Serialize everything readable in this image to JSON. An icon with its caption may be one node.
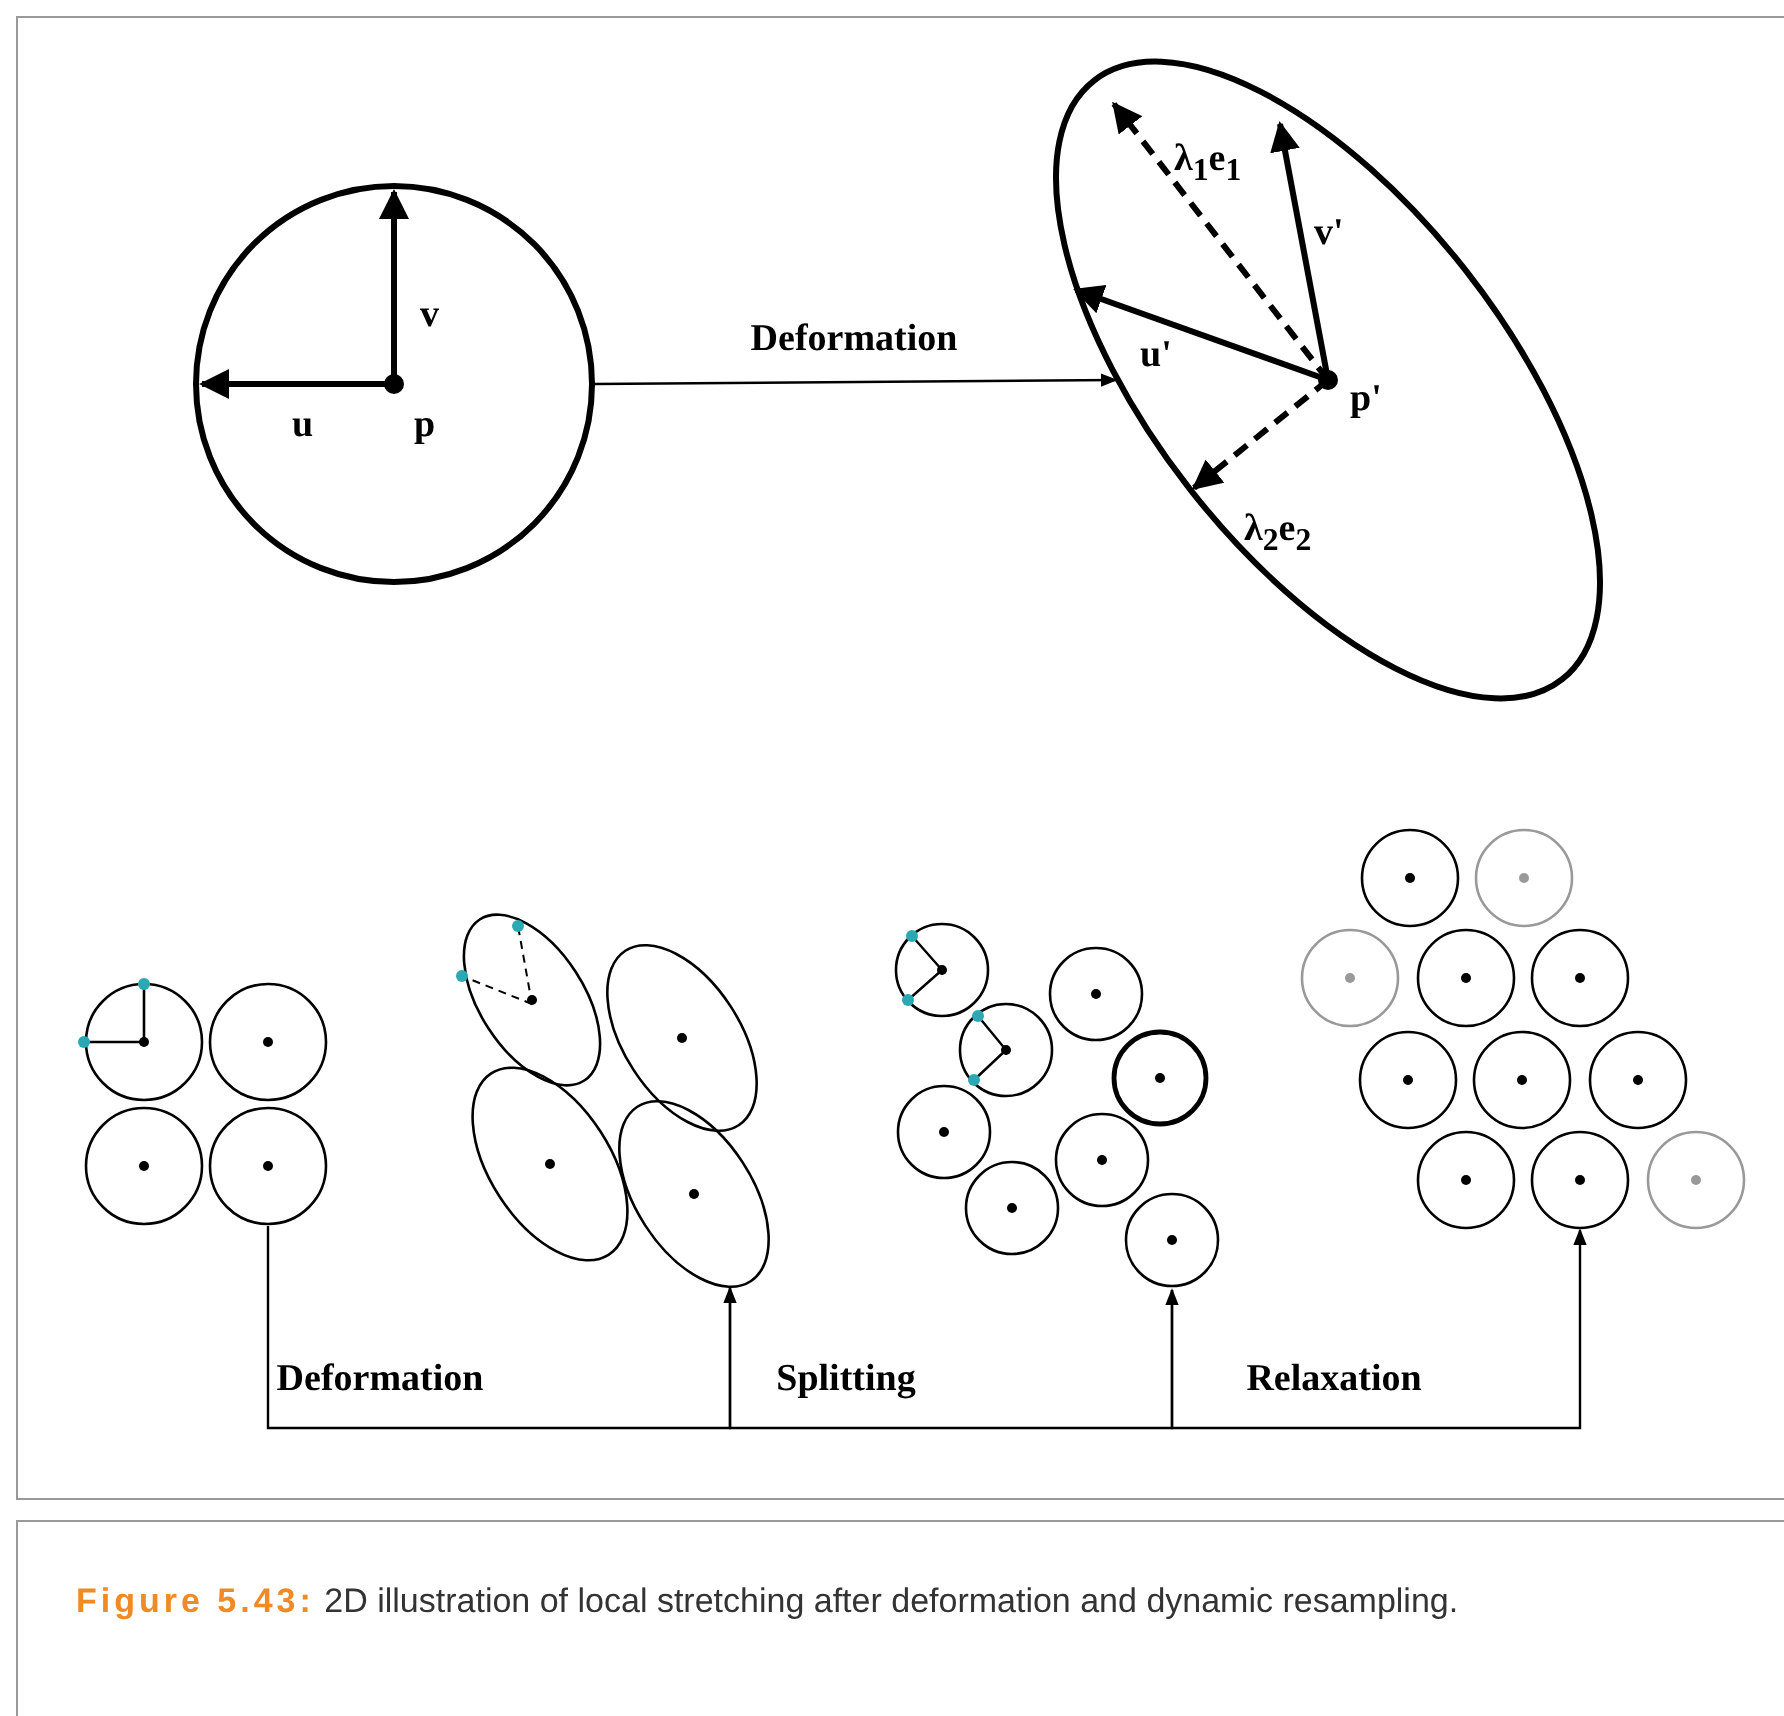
{
  "diagram": {
    "caption": "**Figure 5.43:** 2D illustration of local stretching after deformation and dynamic resampling.",
    "nodes": [
      {
        "text": [
          "v",
          "u",
          "p"
        ]
      },
      {
        "text": [
          "λ$_{1}$e$_{1}$",
          "v'",
          "u'",
          "p'",
          "λ$_{2}$e$_{2}$"
        ]
      },
      {
        "text": [],
        "shape": "picture"
      },
      {
        "text": [],
        "shape": "picture"
      },
      {
        "text": [],
        "shape": "picture"
      },
      {
        "text": [],
        "shape": "picture"
      }
    ],
    "edges": [
      {
        "from": 0,
        "to": 1,
        "arrow": "to",
        "label": "Deformation"
      },
      {
        "from": 2,
        "to": 3,
        "arrow": "to",
        "label": "Deformation"
      },
      {
        "from": 3,
        "to": 4,
        "arrow": "to",
        "label": "Splitting"
      },
      {
        "from": 4,
        "to": 5,
        "arrow": "to",
        "label": "Relaxation"
      }
    ]
  }
}
